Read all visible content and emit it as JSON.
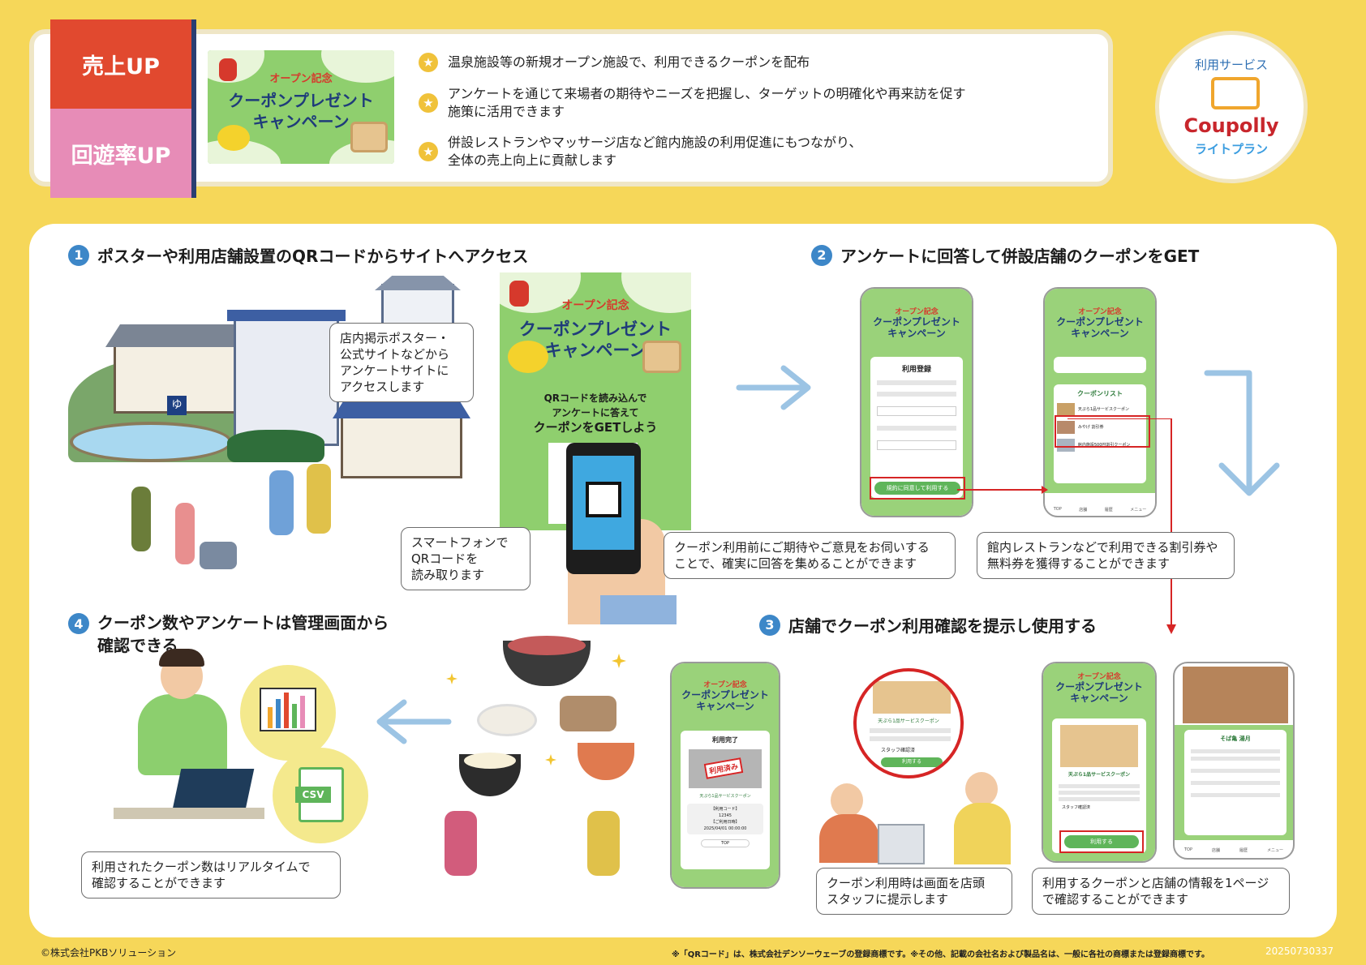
{
  "header": {
    "tag_sales": "売上UP",
    "tag_loop": "回遊率UP",
    "banner_kicker": "オープン記念",
    "banner_title_1": "クーポンプレゼント",
    "banner_title_2": "キャンペーン",
    "bullets": [
      "温泉施設等の新規オープン施設で、利用できるクーポンを配布",
      "アンケートを通じて来場者の期待やニーズを把握し、ターゲットの明確化や再来訪を促す\n施策に活用できます",
      "併設レストランやマッサージ店など館内施設の利用促進にもつながり、\n全体の売上向上に貢献します"
    ],
    "service_label": "利用サービス",
    "brand_name": "Coupolly",
    "brand_plan": "ライトプラン"
  },
  "steps": {
    "s1": {
      "num": "1",
      "title": "ポスターや利用店舗設置のQRコードからサイトへアクセス"
    },
    "s2": {
      "num": "2",
      "title": "アンケートに回答して併設店舗のクーポンをGET"
    },
    "s3": {
      "num": "3",
      "title": "店舗でクーポン利用確認を提示し使用する"
    },
    "s4": {
      "num": "4",
      "title": "クーポン数やアンケートは管理画面から\n確認できる"
    }
  },
  "bubbles": {
    "poster_access": "店内掲示ポスター・\n公式サイトなどから\nアンケートサイトに\nアクセスします",
    "qr_scan": "スマートフォンで\nQRコードを\n読み取ります",
    "survey": "クーポン利用前にご期待やご意見をお伺いする\nことで、確実に回答を集めることができます",
    "coupon_get": "館内レストランなどで利用できる割引券や\n無料券を獲得することができます",
    "realtime": "利用されたクーポン数はリアルタイムで\n確認することができます",
    "show_staff": "クーポン利用時は画面を店頭\nスタッフに提示します",
    "one_page": "利用するクーポンと店舗の情報を1ページ\nで確認することができます"
  },
  "poster": {
    "kicker": "オープン記念",
    "title_1": "クーポンプレゼント",
    "title_2": "キャンペーン",
    "cta_1": "QRコードを読み込んで",
    "cta_2": "アンケートに答えて",
    "cta_3": "クーポンをGETしよう"
  },
  "phones": {
    "kicker": "オープン記念",
    "title_1": "クーポンプレゼント",
    "title_2": "キャンペーン",
    "register_title": "利用登録",
    "register_button": "規約に同意して利用する",
    "coupon_list_title": "クーポンリスト",
    "coupon_items": [
      "天ぷら1品サービスクーポン",
      "みやげ 割引券",
      "館内施設500円割引クーポン"
    ],
    "used_title": "利用完了",
    "used_stamp": "利用済み",
    "used_coupon": "天ぷら1品サービスクーポン",
    "usage_code_label": "【利用コード】",
    "usage_code": "12345",
    "usage_date_label": "【ご利用日時】",
    "usage_date": "2025/04/01 00:00:00",
    "top_button": "TOP",
    "coupon_name": "天ぷら1品サービスクーポン",
    "staff_check": "スタッフ確認済",
    "use_button": "利用する",
    "shop_name": "そば亀 湯月",
    "nav": [
      "TOP",
      "店舗",
      "履歴",
      "メニュー"
    ]
  },
  "csv_label": "CSV",
  "footer": {
    "copyright": "©株式会社PKBソリューション",
    "trademark": "※「QRコード」は、株式会社デンソーウェーブの登録商標です。※その他、記載の会社名および製品名は、一般に各社の商標または登録商標です。",
    "doc_id": "20250730337"
  },
  "colors": {
    "background": "#f6d759",
    "red": "#e1492f",
    "pink": "#e78cb7",
    "green": "#9ad27a",
    "blue": "#3d87c8",
    "arrow_blue": "#9cc4e4"
  }
}
